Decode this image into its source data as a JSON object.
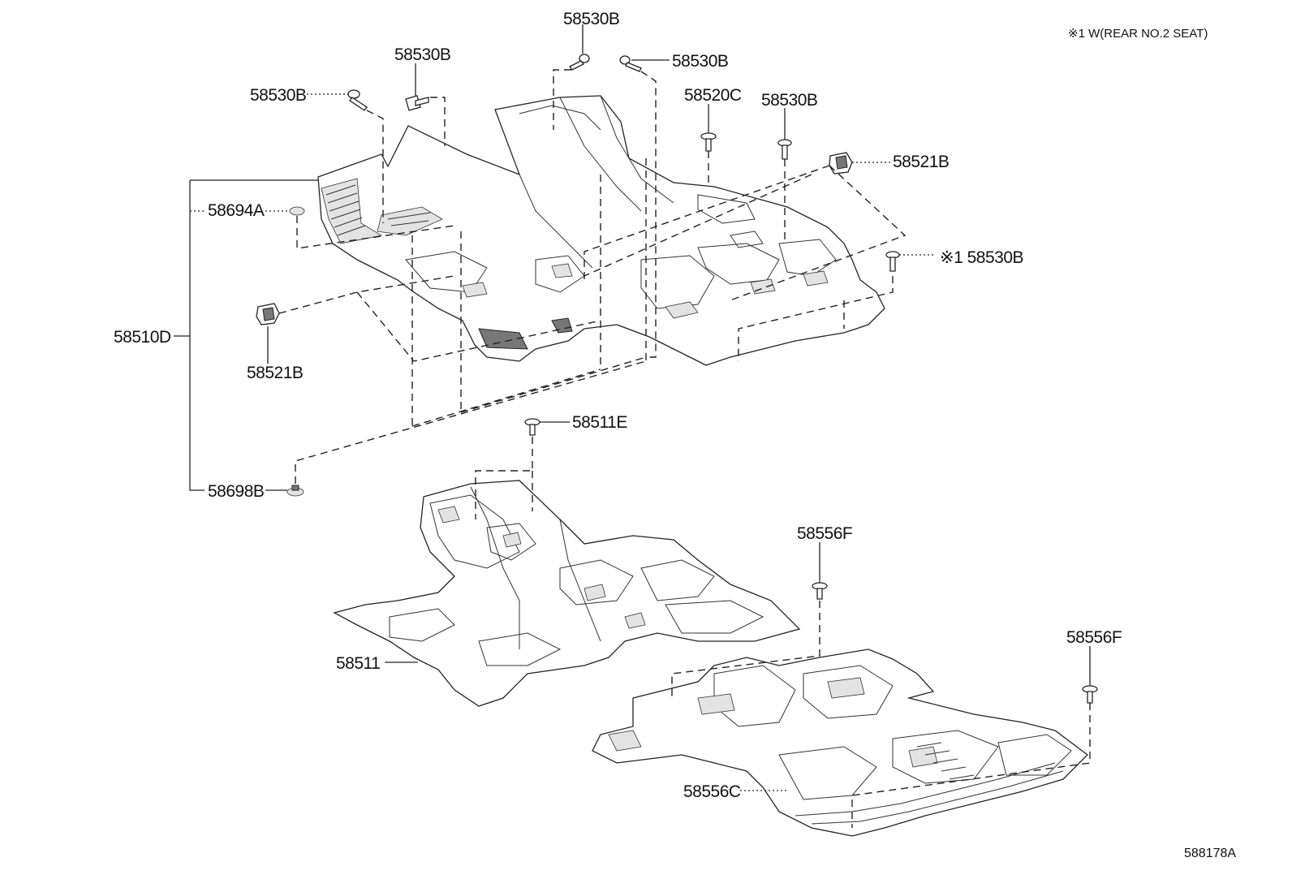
{
  "note": "※1 W(REAR NO.2 SEAT)",
  "diagram_code": "588178A",
  "labels": {
    "b_top": "58530B",
    "b_upper_left": "58530B",
    "b_left": "58530B",
    "b_right_top": "58530B",
    "b_right": "58530B",
    "c_58520C": "58520C",
    "clip_right": "58521B",
    "clip_left": "58521B",
    "b_far_right": "※1 58530B",
    "a_58694A": "58694A",
    "d_58510D": "58510D",
    "e_58511E": "58511E",
    "b_58698B": "58698B",
    "p_58511": "58511",
    "f_upper": "58556F",
    "f_lower": "58556F",
    "c_58556C": "58556C"
  }
}
